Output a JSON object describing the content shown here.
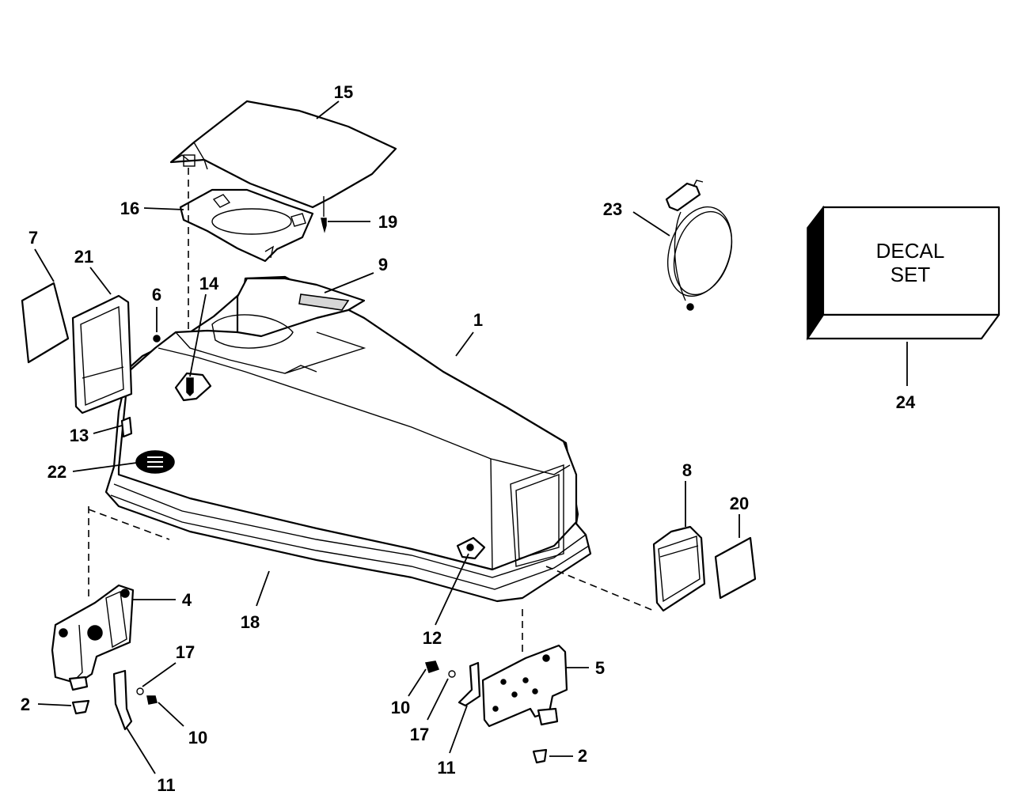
{
  "callouts": [
    {
      "id": "1",
      "text": "1"
    },
    {
      "id": "2a",
      "text": "2"
    },
    {
      "id": "2b",
      "text": "2"
    },
    {
      "id": "4",
      "text": "4"
    },
    {
      "id": "5",
      "text": "5"
    },
    {
      "id": "6",
      "text": "6"
    },
    {
      "id": "7",
      "text": "7"
    },
    {
      "id": "8",
      "text": "8"
    },
    {
      "id": "9",
      "text": "9"
    },
    {
      "id": "10a",
      "text": "10"
    },
    {
      "id": "10b",
      "text": "10"
    },
    {
      "id": "11a",
      "text": "11"
    },
    {
      "id": "11b",
      "text": "11"
    },
    {
      "id": "12",
      "text": "12"
    },
    {
      "id": "13",
      "text": "13"
    },
    {
      "id": "14",
      "text": "14"
    },
    {
      "id": "15",
      "text": "15"
    },
    {
      "id": "16",
      "text": "16"
    },
    {
      "id": "17a",
      "text": "17"
    },
    {
      "id": "17b",
      "text": "17"
    },
    {
      "id": "18",
      "text": "18"
    },
    {
      "id": "19",
      "text": "19"
    },
    {
      "id": "20",
      "text": "20"
    },
    {
      "id": "21",
      "text": "21"
    },
    {
      "id": "22",
      "text": "22"
    },
    {
      "id": "23",
      "text": "23"
    },
    {
      "id": "24",
      "text": "24"
    }
  ],
  "decal_box": {
    "line1": "DECAL",
    "line2": "SET"
  },
  "colors": {
    "ink": "#000000",
    "paper": "#ffffff"
  }
}
